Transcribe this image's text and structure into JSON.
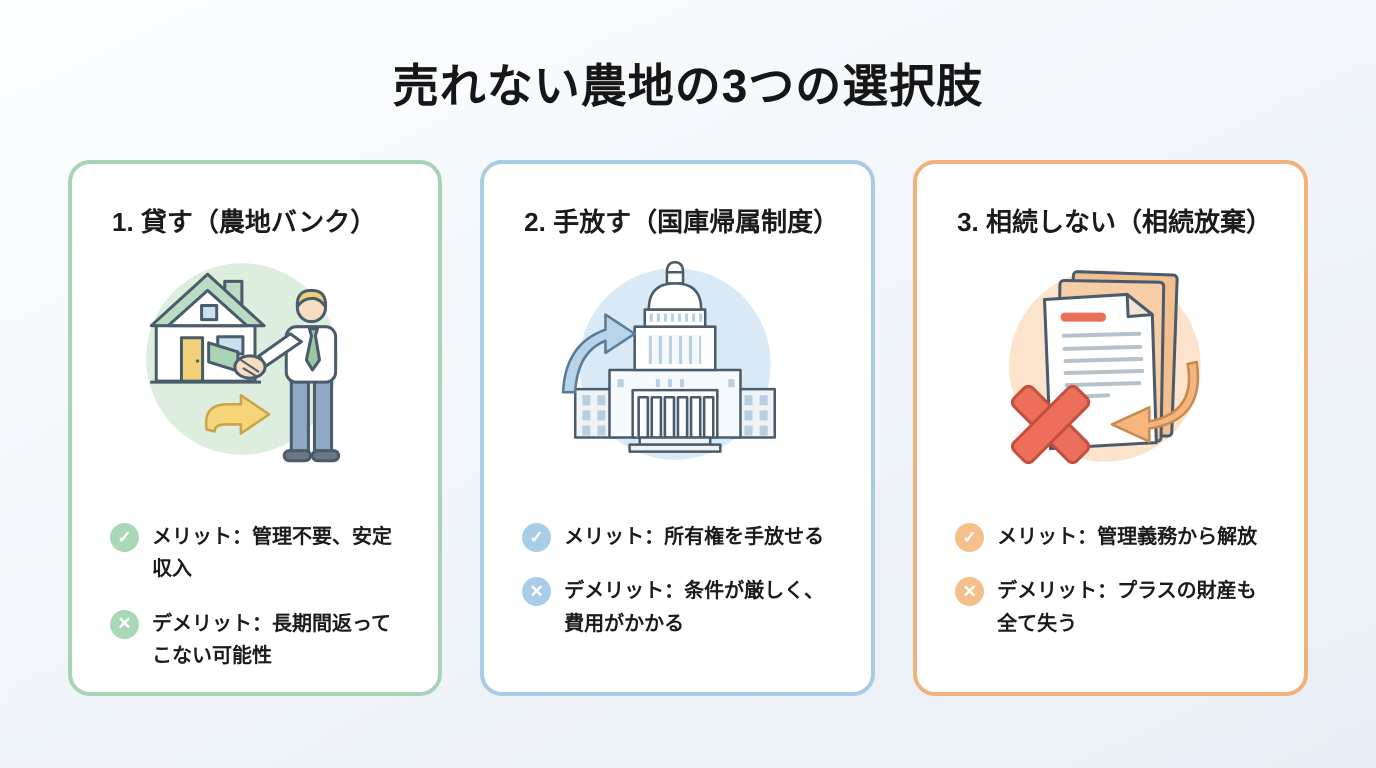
{
  "page": {
    "title": "売れない農地の3つの選択肢",
    "background_color": "#edf2f7",
    "card_background": "#ffffff",
    "text_color": "#1b1b1b"
  },
  "icons": {
    "check": "✓",
    "cross": "✕"
  },
  "cards": [
    {
      "heading": "1. 貸す（農地バンク）",
      "accent": "#a6d4b4",
      "icon_color": "#a9d8b9",
      "illustration": "house-handshake",
      "merit": "メリット：管理不要、安定収入",
      "demerit": "デメリット：長期間返ってこない可能性"
    },
    {
      "heading": "2. 手放す（国庫帰属制度）",
      "accent": "#a9cbe3",
      "icon_color": "#a8cde9",
      "illustration": "government-building",
      "merit": "メリット：所有権を手放せる",
      "demerit": "デメリット：条件が厳しく、費用がかかる"
    },
    {
      "heading": "3. 相続しない（相続放棄）",
      "accent": "#f0b278",
      "icon_color": "#f4bf8b",
      "illustration": "rejected-documents",
      "merit": "メリット：管理義務から解放",
      "demerit": "デメリット：プラスの財産も全て失う"
    }
  ]
}
